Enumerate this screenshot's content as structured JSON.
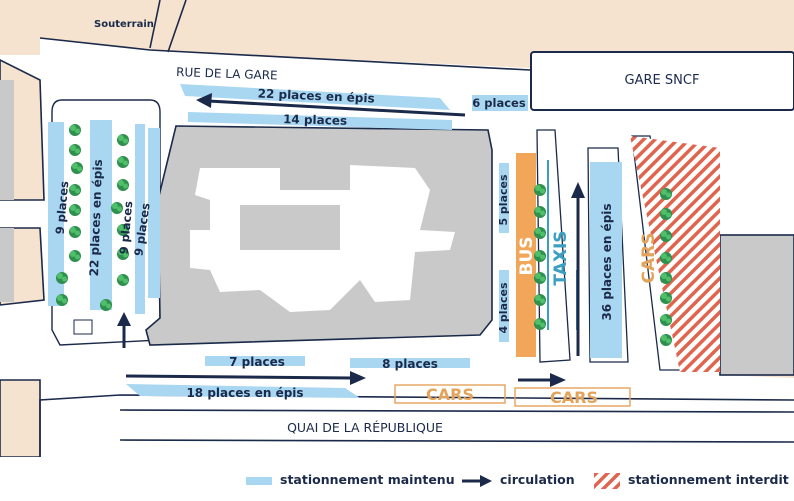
{
  "streets": {
    "rue_de_la_gare": "RUE DE LA GARE",
    "quai": "QUAI DE LA RÉPUBLIQUE",
    "souterrain": "Souterrain",
    "gare": "GARE SNCF"
  },
  "parking": {
    "p22_top": "22 places en épis",
    "p6": "6 places",
    "p14": "14 places",
    "p9_left": "9 places",
    "p22_left": "22 places en épis",
    "p9_mid": "9 places",
    "p9_right": "9 places",
    "p5": "5 places",
    "p4": "4 places",
    "p7": "7 places",
    "p8": "8 places",
    "p18": "18 places en épis",
    "p36": "36 places en épis"
  },
  "zones": {
    "bus": "BUS",
    "taxis": "TAXIS",
    "cars_right": "CARS",
    "cars_bottom_1": "CARS",
    "cars_bottom_2": "CARS"
  },
  "legend": {
    "maintained": "stationnement maintenu",
    "circulation": "circulation",
    "forbidden": "stationnement interdit"
  },
  "colors": {
    "parking": "#a9d7f2",
    "arrow": "#1b2a4a",
    "bus": "#f2a65a",
    "taxi": "#3a9fc1",
    "cars": "#e3a35a",
    "forbidden": "#e0654f",
    "building": "#c9c9c9",
    "tree": "#3aa35a"
  }
}
